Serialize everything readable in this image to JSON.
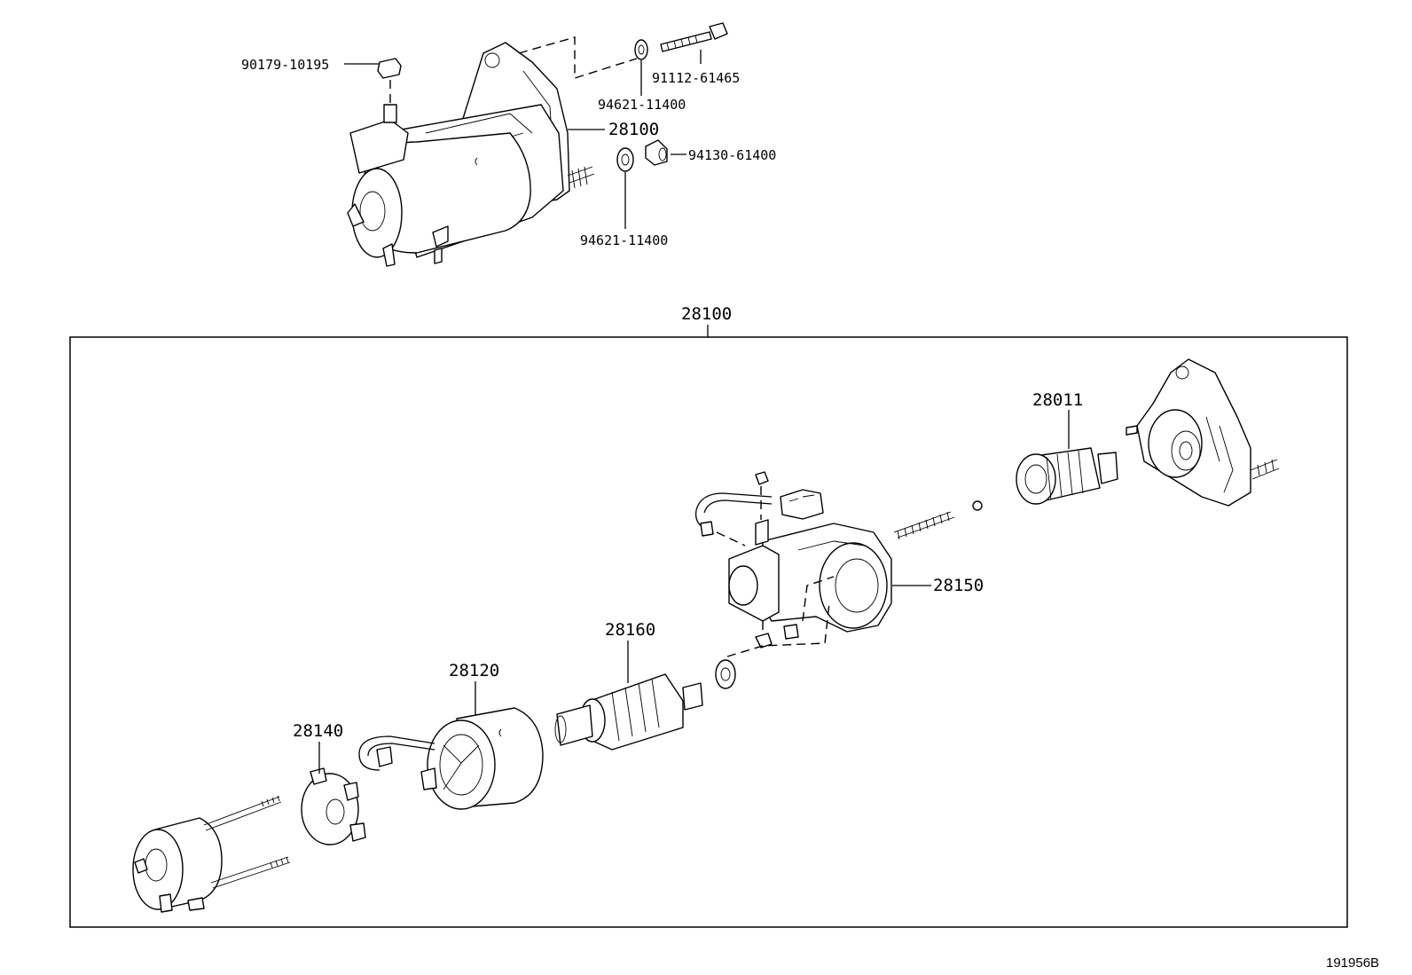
{
  "diagram": {
    "figure_id": "191956B",
    "assembly_label": "28100",
    "top_callouts": [
      {
        "id": "nut",
        "part_no": "90179-10195"
      },
      {
        "id": "bolt",
        "part_no": "91112-61465"
      },
      {
        "id": "washer-upper",
        "part_no": "94621-11400"
      },
      {
        "id": "starter-assy",
        "part_no": "28100"
      },
      {
        "id": "nut-lower",
        "part_no": "94130-61400"
      },
      {
        "id": "washer-lower",
        "part_no": "94621-11400"
      }
    ],
    "box_callouts": [
      {
        "id": "clutch",
        "part_no": "28011"
      },
      {
        "id": "housing",
        "part_no": "28150"
      },
      {
        "id": "armature",
        "part_no": "28160"
      },
      {
        "id": "yoke",
        "part_no": "28120"
      },
      {
        "id": "brush-holder",
        "part_no": "28140"
      }
    ]
  }
}
